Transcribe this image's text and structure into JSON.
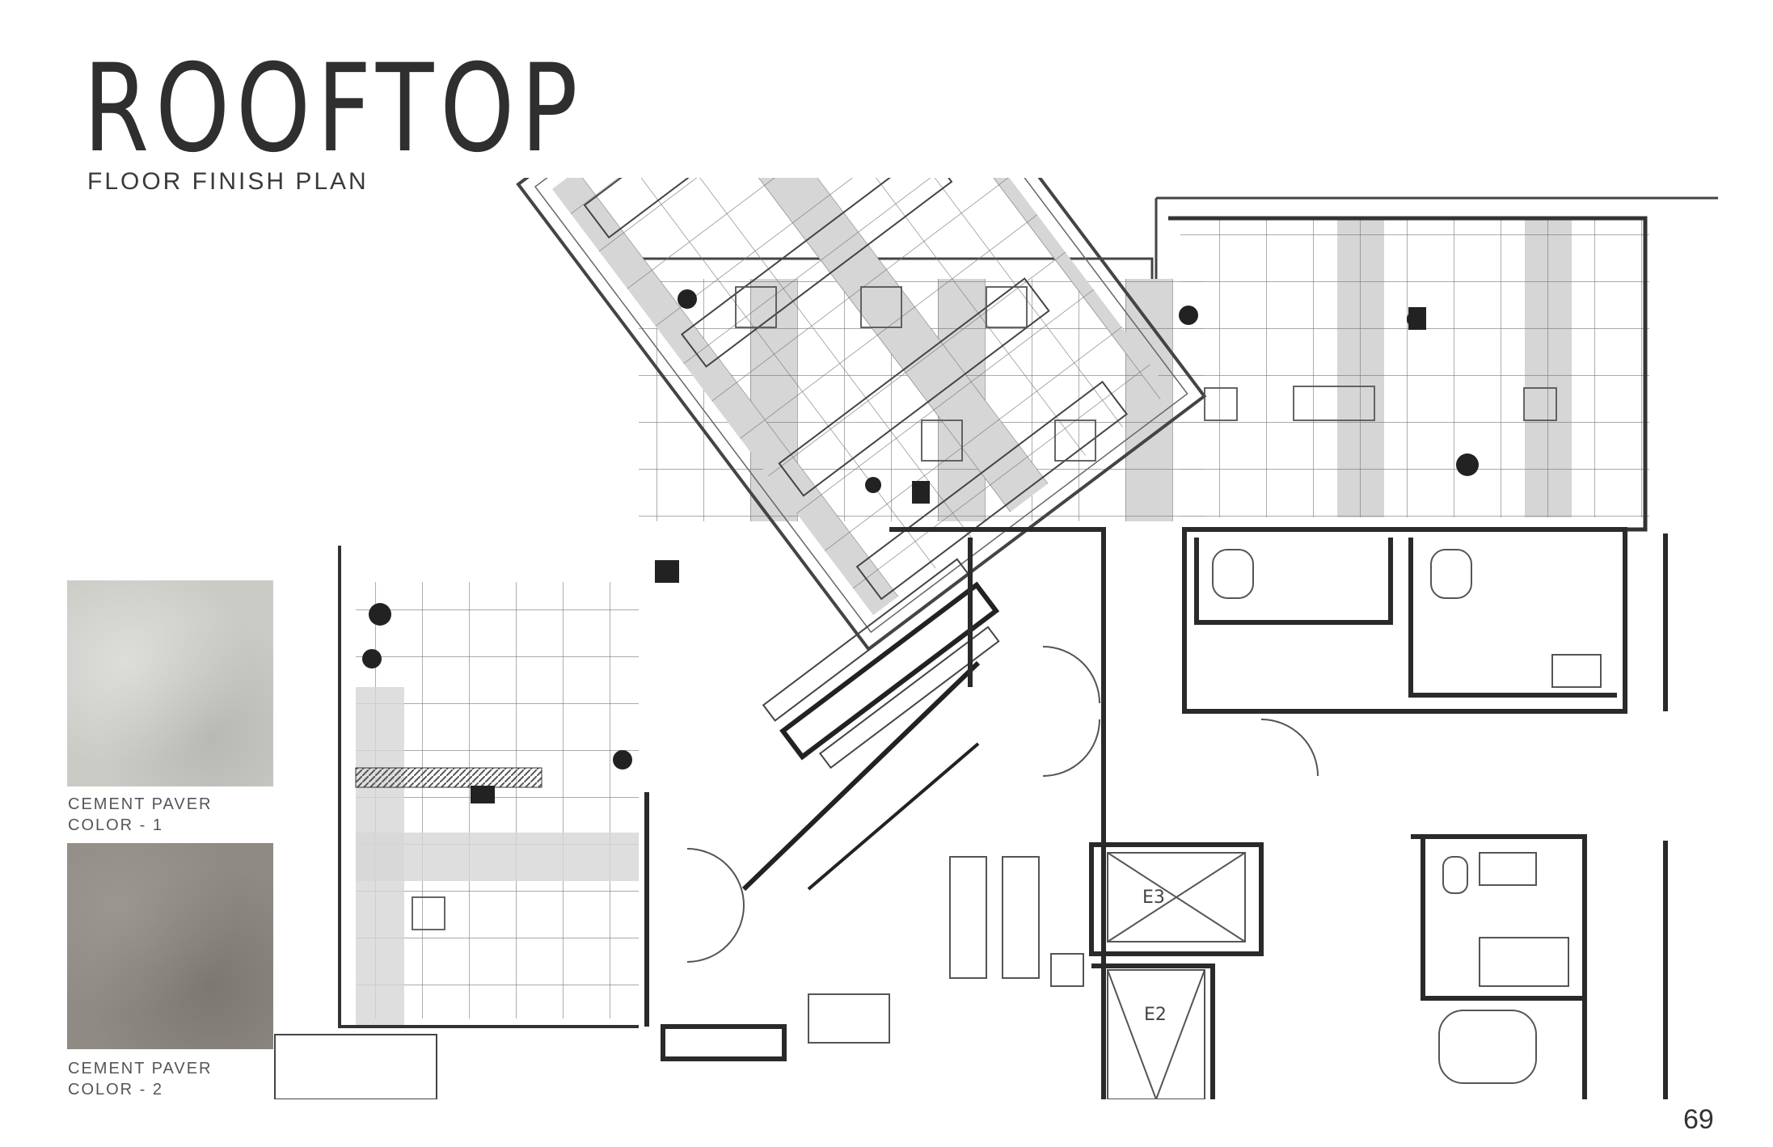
{
  "header": {
    "title": "ROOFTOP",
    "subtitle": "FLOOR FINISH PLAN"
  },
  "legend": {
    "items": [
      {
        "line1": "CEMENT PAVER",
        "line2": "COLOR - 1",
        "color": "#cbcbc6"
      },
      {
        "line1": "CEMENT PAVER",
        "line2": "COLOR - 2",
        "color": "#8f8a84"
      }
    ]
  },
  "plan": {
    "tags": [
      "E3",
      "E2"
    ]
  },
  "footer": {
    "page_number": "69"
  }
}
